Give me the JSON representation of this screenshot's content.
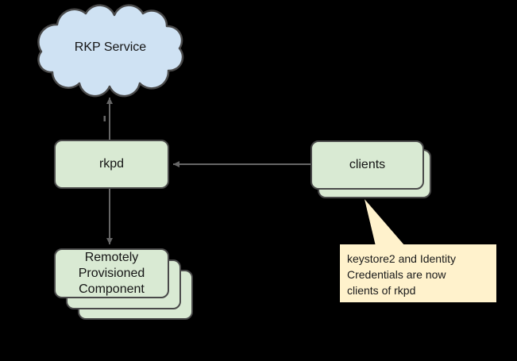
{
  "diagram": {
    "cloud": {
      "label": "RKP Service"
    },
    "nodes": {
      "rkpd": {
        "label": "rkpd"
      },
      "clients": {
        "label": "clients",
        "stack_layers": 2
      },
      "rpc": {
        "label": "Remotely\nProvisioned\nComponent",
        "stack_layers": 3
      }
    },
    "callout": {
      "text": "keystore2 and Identity\nCredentials are now\nclients of rkpd"
    },
    "connections": [
      {
        "from": "rkpd",
        "to": "RKP Service",
        "arrow": "up"
      },
      {
        "from": "rkpd",
        "to": "Remotely Provisioned Component",
        "arrow": "down"
      },
      {
        "from": "clients",
        "to": "rkpd",
        "arrow": "left"
      }
    ],
    "colors": {
      "background": "#000000",
      "cloud_fill": "#cfe2f3",
      "node_fill": "#d9ead3",
      "callout_fill": "#fff2cc",
      "shape_border": "#4a4a4a",
      "connector": "#666666",
      "text": "#151515"
    }
  }
}
